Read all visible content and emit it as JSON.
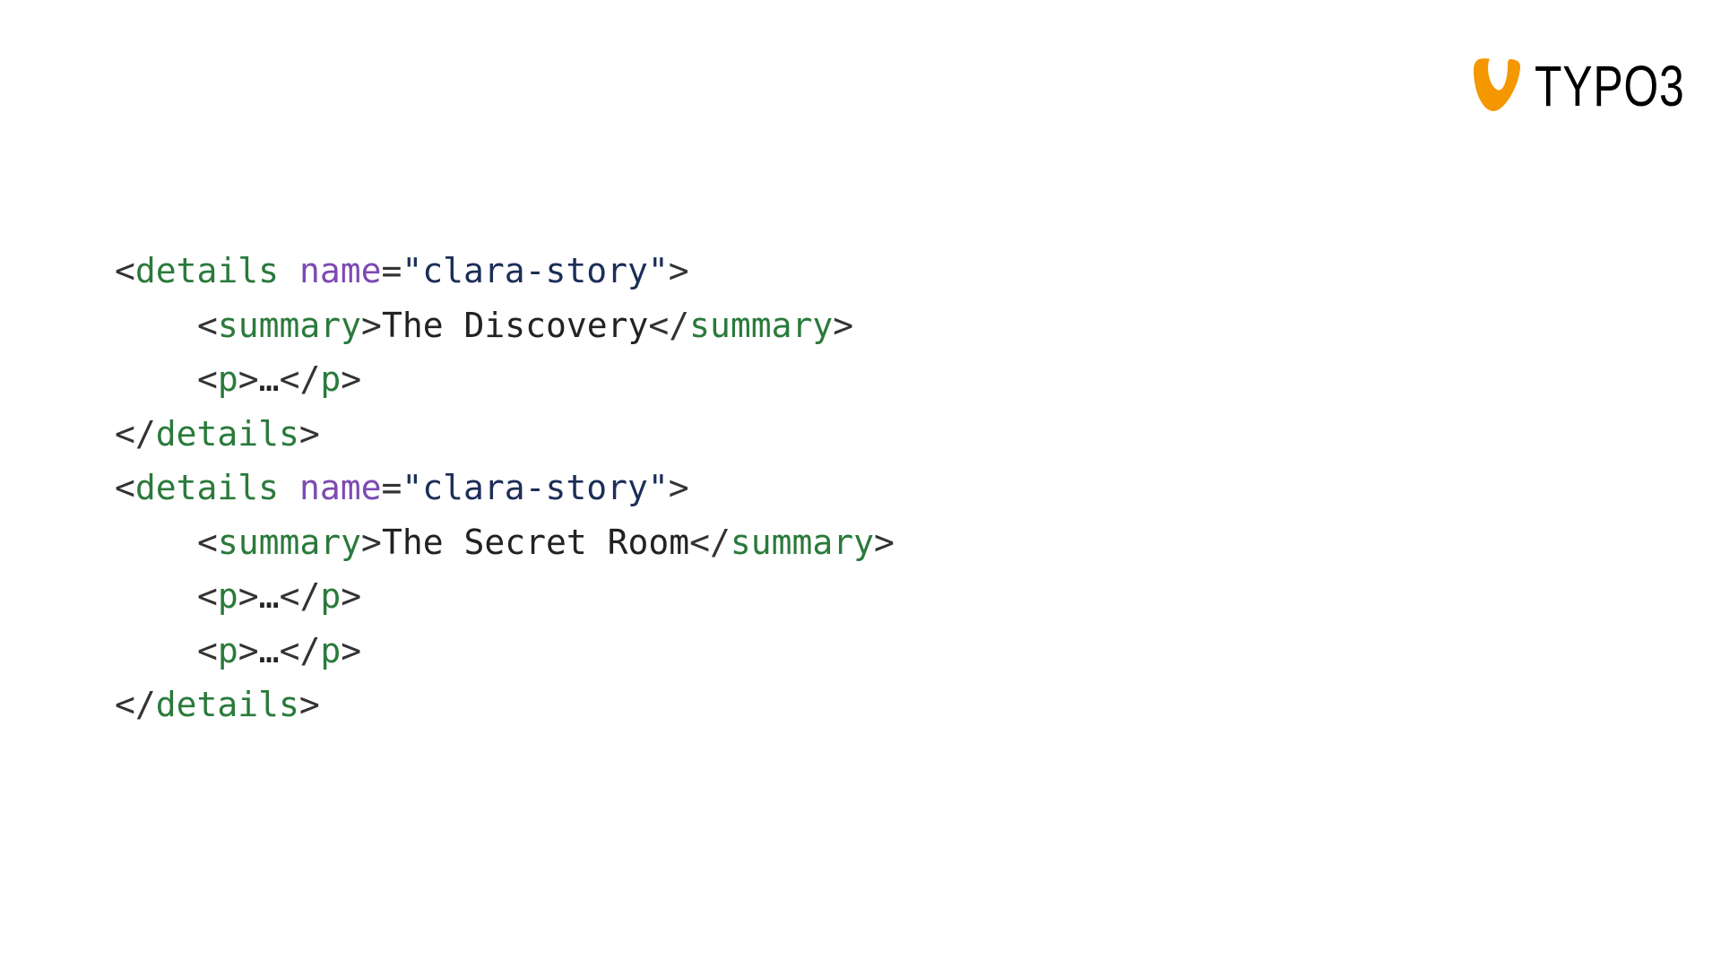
{
  "logo": {
    "text": "TYPO3",
    "icon": "typo3-icon",
    "brand_color": "#f49700"
  },
  "colors": {
    "tag": "#2a7a3b",
    "attribute": "#7d4ab2",
    "string": "#1c2e58",
    "punctuation": "#333333",
    "text": "#222222"
  },
  "code": {
    "details_tag": "details",
    "attr_name": "name",
    "attr_value": "\"clara-story\"",
    "summary_tag": "summary",
    "p_tag": "p",
    "ellipsis": "…",
    "summary_1": "The Discovery",
    "summary_2": "The Secret Room"
  }
}
